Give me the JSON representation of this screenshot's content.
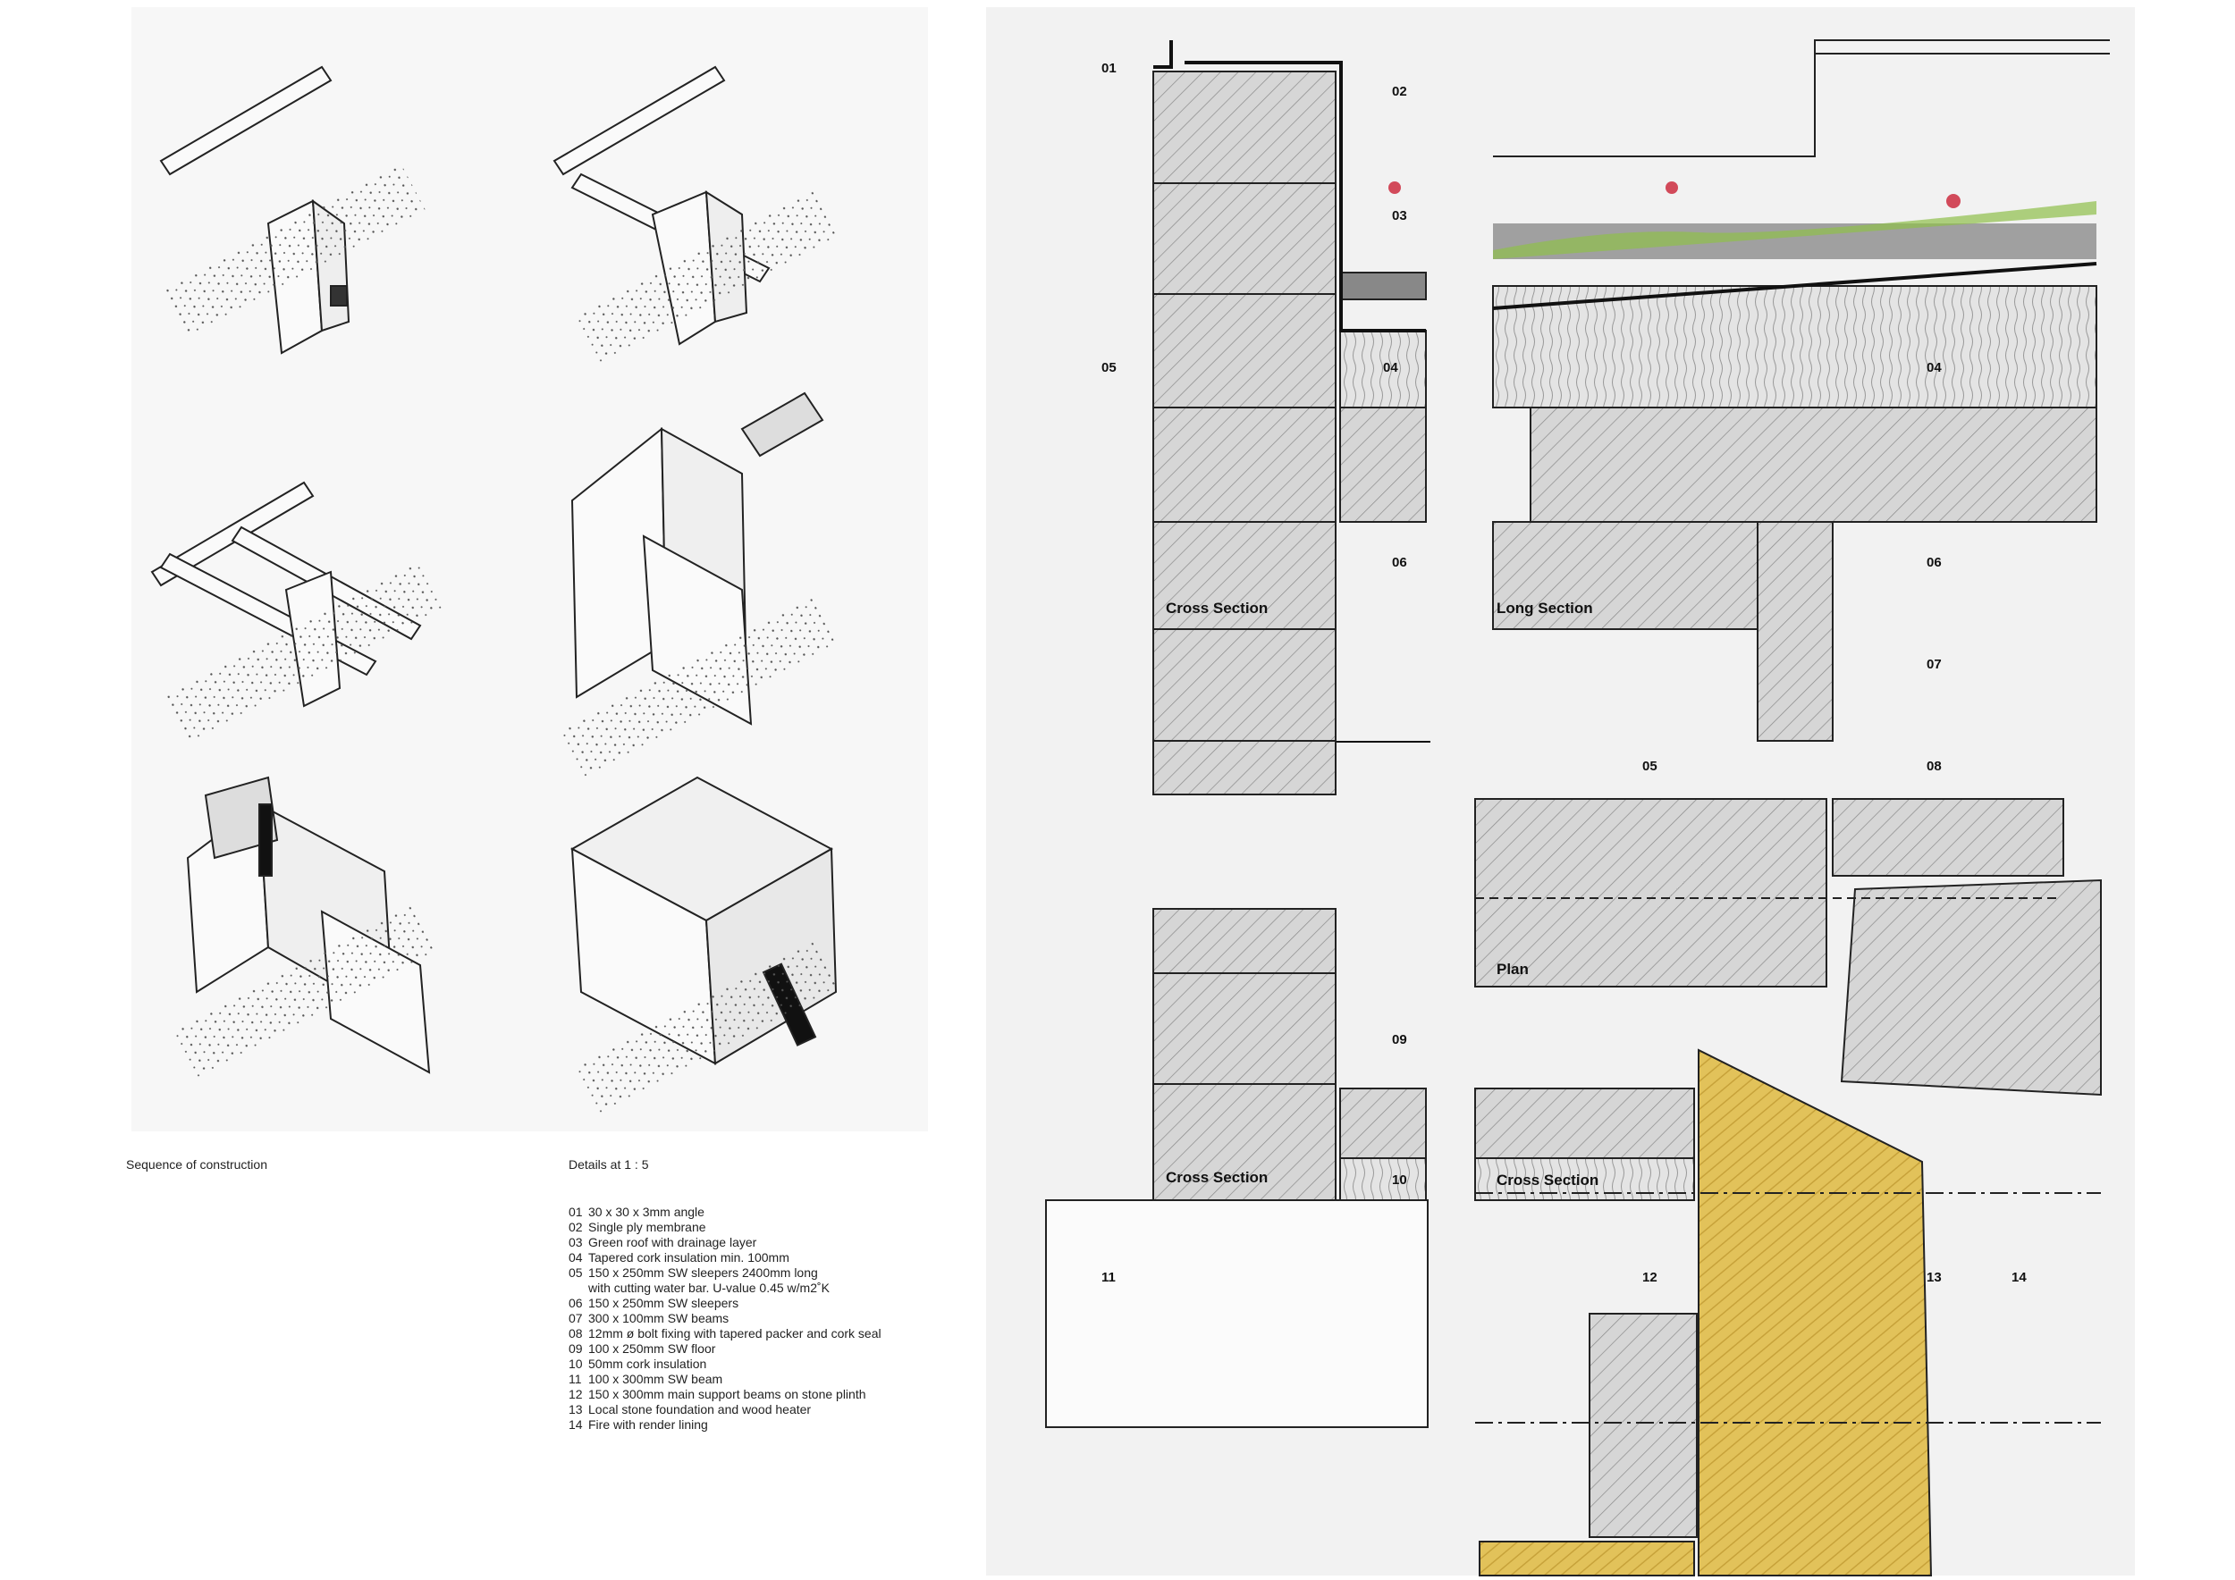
{
  "captions": {
    "sequence": "Sequence of construction",
    "details_scale": "Details at 1 : 5"
  },
  "legend": [
    {
      "num": "01",
      "text": "30 x 30 x 3mm angle"
    },
    {
      "num": "02",
      "text": "Single ply membrane"
    },
    {
      "num": "03",
      "text": "Green roof with drainage layer"
    },
    {
      "num": "04",
      "text": "Tapered cork insulation min. 100mm"
    },
    {
      "num": "05",
      "text": "150 x 250mm SW sleepers 2400mm long",
      "cont": "with cutting water bar. U-value 0.45 w/m2˚K"
    },
    {
      "num": "06",
      "text": "150 x 250mm SW sleepers"
    },
    {
      "num": "07",
      "text": "300 x 100mm SW beams"
    },
    {
      "num": "08",
      "text": "12mm ø bolt fixing with tapered packer and cork seal"
    },
    {
      "num": "09",
      "text": "100 x 250mm SW floor"
    },
    {
      "num": "10",
      "text": "50mm cork insulation"
    },
    {
      "num": "11",
      "text": "100 x 300mm SW beam"
    },
    {
      "num": "12",
      "text": "150 x 300mm main support beams on stone plinth"
    },
    {
      "num": "13",
      "text": "Local stone foundation and wood heater"
    },
    {
      "num": "14",
      "text": "Fire with render lining"
    }
  ],
  "drawing": {
    "section_titles": {
      "cross_1": "Cross Section",
      "long": "Long Section",
      "plan": "Plan",
      "cross_2": "Cross Section",
      "cross_3": "Cross Section"
    },
    "tags": {
      "t01": "01",
      "t02": "02",
      "t03": "03",
      "t04a": "04",
      "t04b": "04",
      "t05a": "05",
      "t05b": "05",
      "t06a": "06",
      "t06b": "06",
      "t07": "07",
      "t08": "08",
      "t09": "09",
      "t10": "10",
      "t11": "11",
      "t12": "12",
      "t13": "13",
      "t14": "14"
    }
  },
  "colors": {
    "stone": "#e2c25a",
    "hatch_fill": "#d4d4d4",
    "plant": "#8fbf4a",
    "flower": "#d24a5a"
  }
}
